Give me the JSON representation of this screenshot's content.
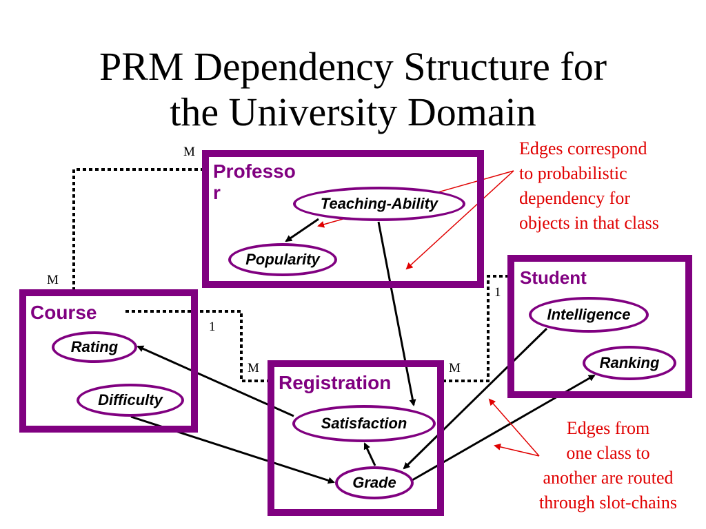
{
  "title": {
    "line1": "PRM Dependency Structure for",
    "line2": "the University Domain"
  },
  "classes": {
    "professor": {
      "label_line1": "Professo",
      "label_line2": "r"
    },
    "course": {
      "label": "Course"
    },
    "student": {
      "label": "Student"
    },
    "registration": {
      "label": "Registration"
    }
  },
  "attributes": {
    "teaching_ability": "Teaching-Ability",
    "popularity": "Popularity",
    "rating": "Rating",
    "difficulty": "Difficulty",
    "intelligence": "Intelligence",
    "ranking": "Ranking",
    "satisfaction": "Satisfaction",
    "grade": "Grade"
  },
  "multiplicities": {
    "prof_m": "M",
    "course_m": "M",
    "course_1": "1",
    "reg_m_left": "M",
    "reg_m_right": "M",
    "student_1": "1"
  },
  "notes": {
    "top": [
      "Edges correspond",
      "to probabilistic",
      "dependency for",
      "objects in that class"
    ],
    "bottom": [
      "Edges from",
      "one class to",
      "another are routed",
      "through slot-chains"
    ]
  },
  "colors": {
    "box": "#800080",
    "annotation": "#e00000",
    "edge": "#000000"
  }
}
